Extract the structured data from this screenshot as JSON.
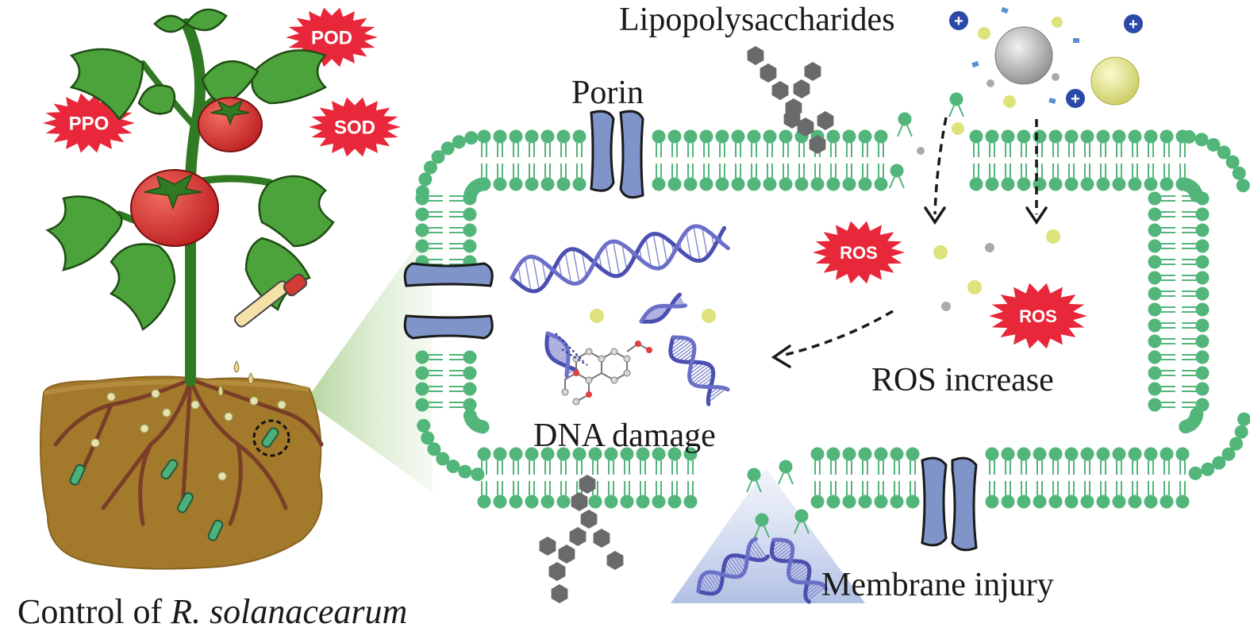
{
  "labels": {
    "lipopolysaccharides": "Lipopolysaccharides",
    "porin": "Porin",
    "ros_increase": "ROS increase",
    "dna_damage": "DNA damage",
    "membrane_injury": "Membrane injury",
    "control_prefix": "Control of ",
    "control_species": "R. solanacearum"
  },
  "enzymes": {
    "pod": "POD",
    "ppo": "PPO",
    "sod": "SOD"
  },
  "ros": {
    "ros1": "ROS",
    "ros2": "ROS"
  },
  "colors": {
    "membrane_green": "#52b57a",
    "porin_blue": "#7f95c9",
    "burst_red": "#e8283a",
    "dna_blue": "#4a4fb0",
    "lps_gray": "#6a6a6a",
    "soil_brown": "#a07a2a",
    "leaf_green": "#4da33b",
    "tomato_red": "#d9262a",
    "nanoparticle_yellow": "#e3e77a",
    "charge_blue": "#2b4aa8"
  }
}
